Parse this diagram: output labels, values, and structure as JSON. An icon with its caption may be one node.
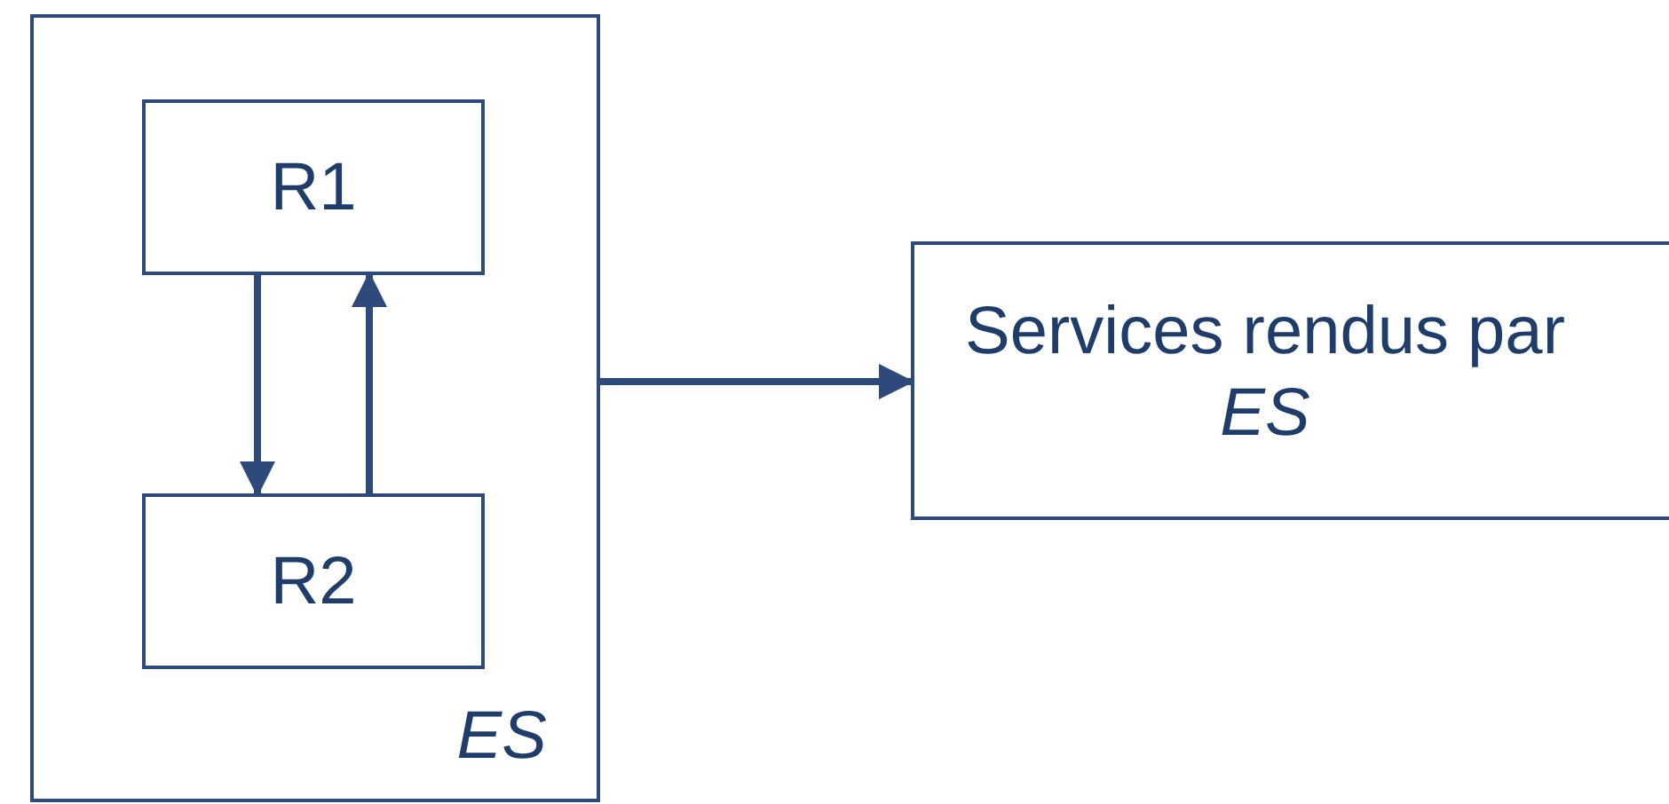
{
  "diagram": {
    "nodes": [
      {
        "text": [
          "ES"
        ]
      },
      {
        "text": [
          "R1"
        ],
        "in": 0
      },
      {
        "text": [
          "R2"
        ],
        "in": 0
      },
      {
        "text": [
          "Services rendus par *ES*"
        ]
      }
    ],
    "edges": [
      {
        "from": 1,
        "to": 2,
        "arrow": "to"
      },
      {
        "from": 2,
        "to": 1,
        "arrow": "to"
      },
      {
        "from": 0,
        "to": 3,
        "arrow": "to"
      }
    ]
  }
}
